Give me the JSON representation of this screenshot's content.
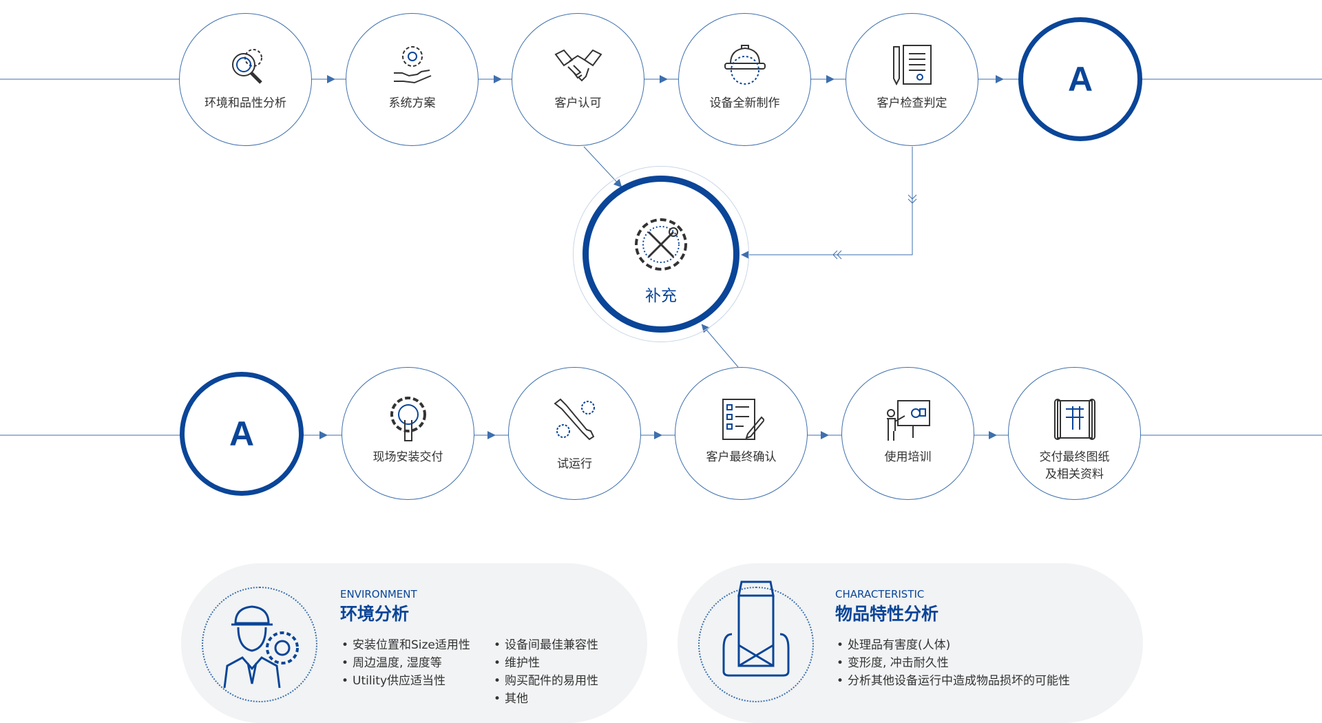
{
  "process": {
    "row1": [
      {
        "label": "环境和品性分析",
        "icon": "gear-magnifier-icon"
      },
      {
        "label": "系统方案",
        "icon": "gear-hand-icon"
      },
      {
        "label": "客户认可",
        "icon": "handshake-icon"
      },
      {
        "label": "设备全新制作",
        "icon": "hardhat-gear-icon"
      },
      {
        "label": "客户检查判定",
        "icon": "document-pencil-icon"
      }
    ],
    "connector_a": "A",
    "center": {
      "label": "补充",
      "icon": "gear-wrench-screwdriver-icon"
    },
    "row2": [
      {
        "label": "现场安装交付",
        "icon": "gear-wrench-icon"
      },
      {
        "label": "试运行",
        "icon": "wrench-gears-icon"
      },
      {
        "label": "客户最终确认",
        "icon": "checklist-icon"
      },
      {
        "label": "使用培训",
        "icon": "presentation-board-icon"
      },
      {
        "label": "交付最终图纸",
        "label2": "及相关资料",
        "icon": "blueprint-icon"
      }
    ]
  },
  "panels": [
    {
      "en": "ENVIRONMENT",
      "zh": "环境分析",
      "icon": "engineer-gear-icon",
      "list_left": [
        "安装位置和Size适用性",
        "周边温度, 湿度等",
        "Utility供应适当性"
      ],
      "list_right": [
        "设备间最佳兼容性",
        "维护性",
        "购买配件的易用性",
        "其他"
      ]
    },
    {
      "en": "CHARACTERISTIC",
      "zh": "物品特性分析",
      "icon": "package-rolls-icon",
      "list_left": [
        "处理品有害度(人体)",
        "变形度, 冲击耐久性",
        "分析其他设备运行中造成物品损坏的可能性"
      ]
    }
  ],
  "colors": {
    "primary": "#0a4598",
    "line": "#3e6fae",
    "panel_bg": "#f1f3f4"
  }
}
